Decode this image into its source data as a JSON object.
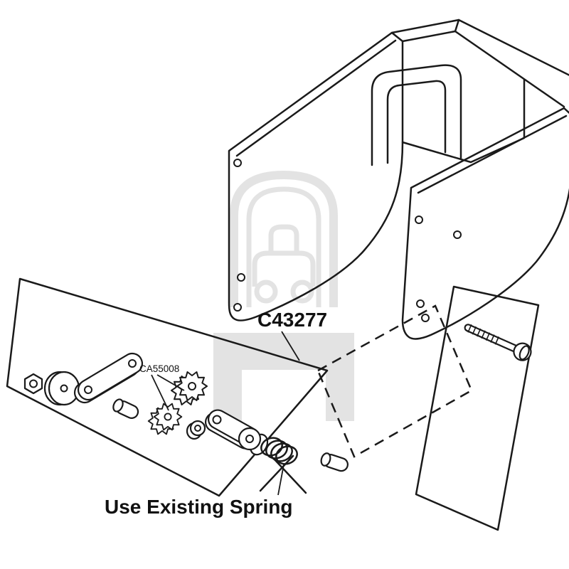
{
  "page": {
    "background": "#ffffff"
  },
  "colors": {
    "line": "#1a1a1a",
    "watermark": "#e3e3e3",
    "text": "#111111"
  },
  "labels": {
    "main_part": "C43277",
    "sub_part": "CA55008",
    "spring_note": "Use Existing Spring"
  },
  "parts": [
    "mounting-bracket",
    "hex-nut",
    "flat-washer",
    "link-plate",
    "spacer-bushing",
    "chain-sprocket-large",
    "chain-sprocket-small",
    "small-washer",
    "roller-lever-arm",
    "torsion-spring",
    "spacer-bushing-right",
    "hex-bolt"
  ]
}
